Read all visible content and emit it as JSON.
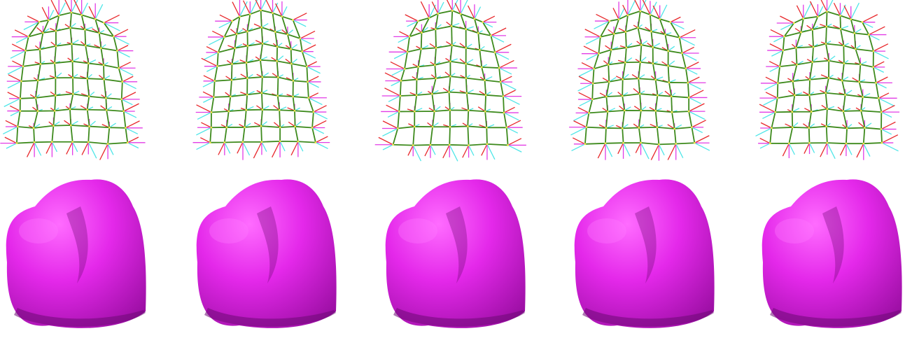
{
  "figure": {
    "columns": 5,
    "rows": [
      "mesh",
      "surface"
    ],
    "mesh": {
      "grid_cols": 7,
      "grid_rows": 9,
      "edge_color": "#3d8a1c",
      "node_color": "#f2e64a",
      "spike_colors": [
        "#e8282c",
        "#e23ce6",
        "#4fe6e8"
      ]
    },
    "surface": {
      "base_color": "#d21ed8",
      "light_color": "#ff7cff",
      "shadow_color": "#6e0a74"
    }
  }
}
